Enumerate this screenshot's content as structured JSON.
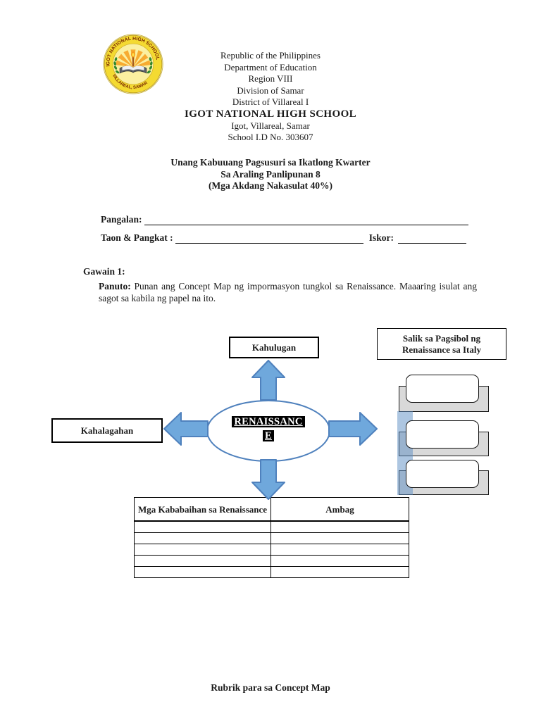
{
  "colors": {
    "arrow_fill": "#6FA8DC",
    "arrow_stroke": "#4F81BD",
    "ellipse_stroke": "#4F81BD",
    "gray_fill": "#D9D9D9",
    "strip": "rgba(91,141,196,0.5)",
    "highlight_bg": "#000000",
    "highlight_text": "#FFFFFF"
  },
  "letterhead": {
    "lines": [
      "Republic of the Philippines",
      "Department of Education",
      "Region VIII",
      "Division of Samar",
      "District of Villareal I"
    ],
    "school_name": "IGOT NATIONAL HIGH SCHOOL",
    "address": "Igot, Villareal, Samar",
    "school_id": "School I.D No. 303607",
    "logo": {
      "ring_top": "IGOT NATIONAL HIGH SCHOOL",
      "ring_bottom": "VILLAREAL, SAMAR"
    }
  },
  "title": {
    "line1": "Unang Kabuuang Pagsusuri sa Ikatlong Kwarter",
    "line2": "Sa Araling Panlipunan 8",
    "line3": "(Mga Akdang Nakasulat 40%)"
  },
  "form": {
    "name_label": "Pangalan:",
    "year_section_label": "Taon & Pangkat :",
    "score_label": "Iskor:"
  },
  "activity": {
    "heading": "Gawain 1:",
    "instruction_label": "Panuto:",
    "instruction_text": " Punan ang Concept Map ng impormasyon tungkol sa Renaissance. Maaaring isulat ang sagot sa kabila ng papel na ito."
  },
  "concept_map": {
    "top_label": "Kahulugan",
    "left_label": "Kahalagahan",
    "right_label": "Salik sa Pagsibol ng Renaissance sa Italy",
    "center_lines": [
      "RENAISSANC",
      "E"
    ],
    "table": {
      "col1_header": "Mga Kababaihan sa Renaissance",
      "col2_header": "Ambag",
      "empty_rows": 5
    }
  },
  "footer": "Rubrik para sa Concept Map"
}
